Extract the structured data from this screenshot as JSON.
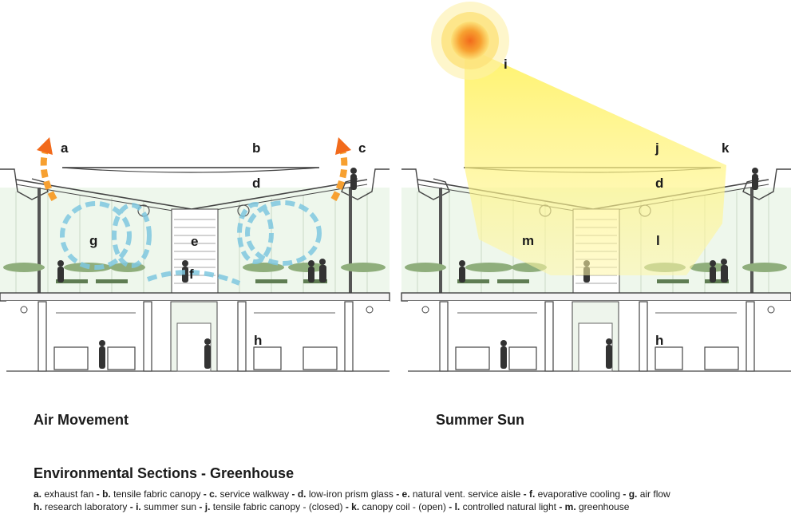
{
  "captions": {
    "left": "Air Movement",
    "right": "Summer Sun"
  },
  "title": "Environmental Sections - Greenhouse",
  "labels": {
    "a": "a",
    "b": "b",
    "c": "c",
    "d": "d",
    "e": "e",
    "f": "f",
    "g": "g",
    "h": "h",
    "i": "i",
    "j": "j",
    "k": "k",
    "l": "l",
    "m": "m"
  },
  "legend": [
    {
      "key": "a.",
      "text": " exhaust fan "
    },
    {
      "key": "- b.",
      "text": " tensile fabric canopy "
    },
    {
      "key": "- c.",
      "text": " service walkway "
    },
    {
      "key": "- d.",
      "text": " low-iron prism glass "
    },
    {
      "key": "- e.",
      "text": " natural vent. service aisle "
    },
    {
      "key": "- f.",
      "text": " evaporative cooling "
    },
    {
      "key": "- g.",
      "text": " air flow"
    },
    {
      "key": "h.",
      "text": " research laboratory "
    },
    {
      "key": "- i.",
      "text": " summer sun "
    },
    {
      "key": "- j.",
      "text": " tensile fabric canopy - (closed) "
    },
    {
      "key": "- k.",
      "text": " canopy coil - (open) "
    },
    {
      "key": "- l.",
      "text": " controlled natural light "
    },
    {
      "key": "- m.",
      "text": " greenhouse"
    }
  ],
  "colors": {
    "airflow": "#7fc8e0",
    "sun": "#f7b733",
    "sunlight": "#fff380",
    "exhaust": "#f26a1b",
    "line": "#444444"
  }
}
